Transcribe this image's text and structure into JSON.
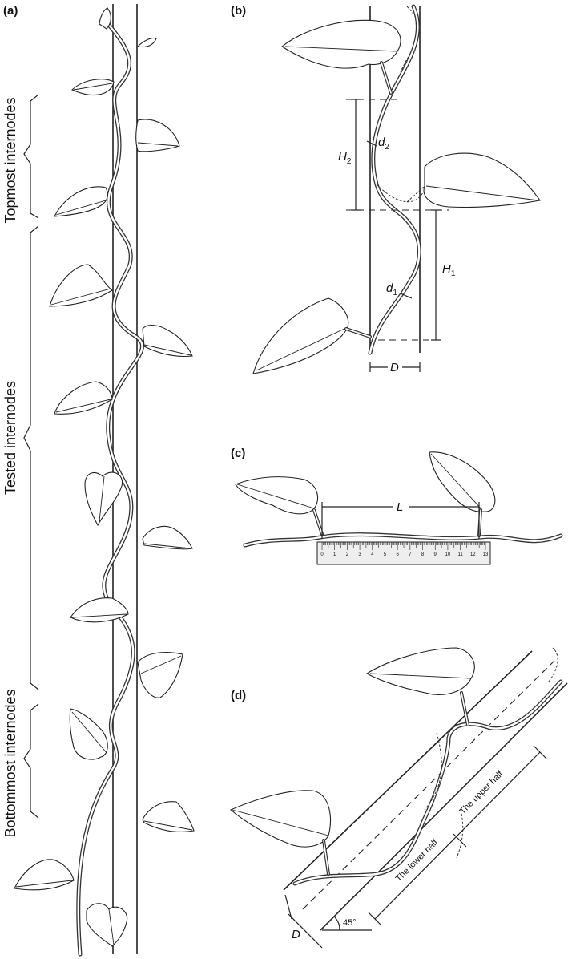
{
  "panels": {
    "a": "(a)",
    "b": "(b)",
    "c": "(c)",
    "d": "(d)"
  },
  "side_labels": {
    "topmost": "Topmost internodes",
    "tested": "Tested internodes",
    "bottommost": "Bottommost internodes"
  },
  "panel_b": {
    "H": "H",
    "H2_sub": "2",
    "H1_sub": "1",
    "d": "d",
    "d2_sub": "2",
    "d1_sub": "1",
    "D": "D"
  },
  "panel_c": {
    "L": "L",
    "ruler_ticks": [
      "0",
      "1",
      "2",
      "3",
      "4",
      "5",
      "6",
      "7",
      "8",
      "9",
      "10",
      "11",
      "12",
      "13"
    ]
  },
  "panel_d": {
    "upper_half": "The upper half",
    "lower_half": "The lower half",
    "D": "D",
    "angle": "45°"
  },
  "icons": [
    "leaf-icon",
    "vine-stem",
    "support-pole",
    "ruler"
  ]
}
